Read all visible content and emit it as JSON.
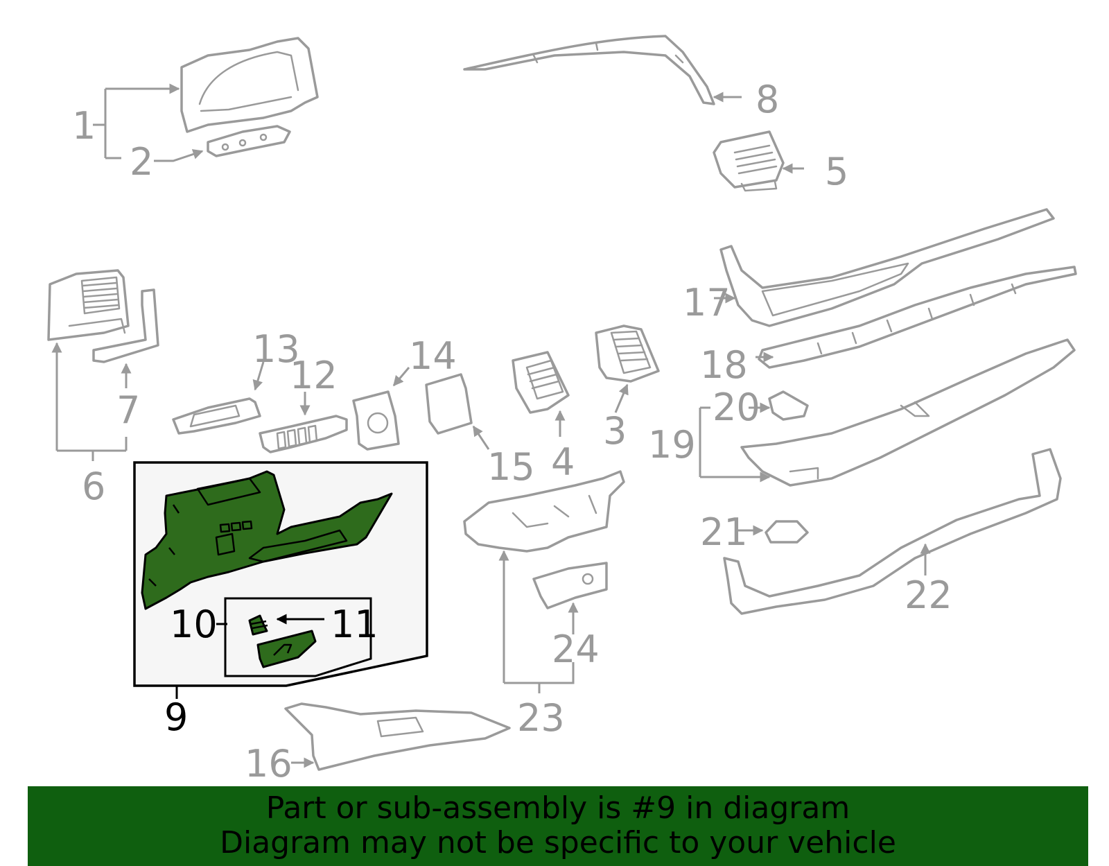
{
  "diagram": {
    "callouts": [
      "1",
      "2",
      "3",
      "4",
      "5",
      "6",
      "7",
      "8",
      "9",
      "10",
      "11",
      "12",
      "13",
      "14",
      "15",
      "16",
      "17",
      "18",
      "19",
      "20",
      "21",
      "22",
      "23",
      "24"
    ],
    "highlighted_callouts": [
      "9",
      "10",
      "11"
    ],
    "colors": {
      "part_outline": "#9a9a9a",
      "highlight_fill": "#2e6b1c",
      "highlight_outline": "#000000",
      "banner_bg": "#0f5f0f"
    }
  },
  "banner": {
    "line1": "Part or sub-assembly is #9 in diagram",
    "line2": "Diagram may not be specific to your vehicle"
  }
}
